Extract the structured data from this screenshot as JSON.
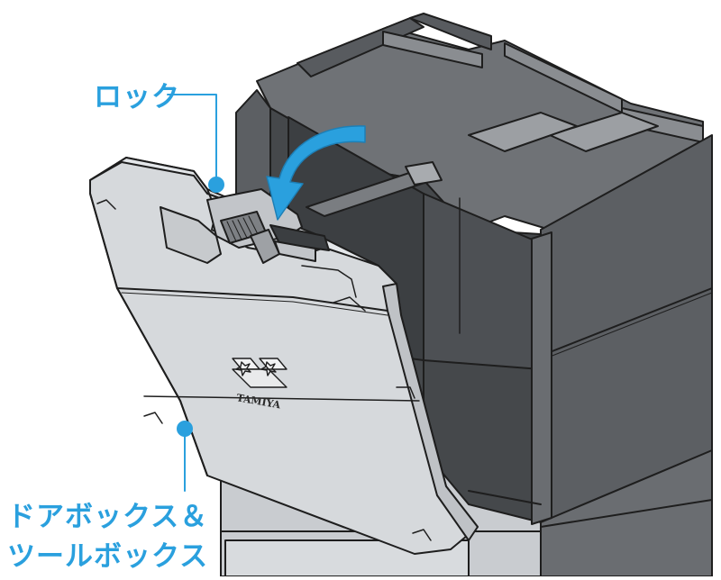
{
  "labels": {
    "lock": "ロック",
    "door_line1": "ドアボックス＆",
    "door_line2": "ツールボックス"
  },
  "logo_text": "TAMIYA",
  "colors": {
    "accent": "#2aa0de",
    "dark_case": "#5c5f63",
    "dark_case_inner": "#45484b",
    "light_panel": "#d6d9dc",
    "outline": "#1e1e1e"
  }
}
